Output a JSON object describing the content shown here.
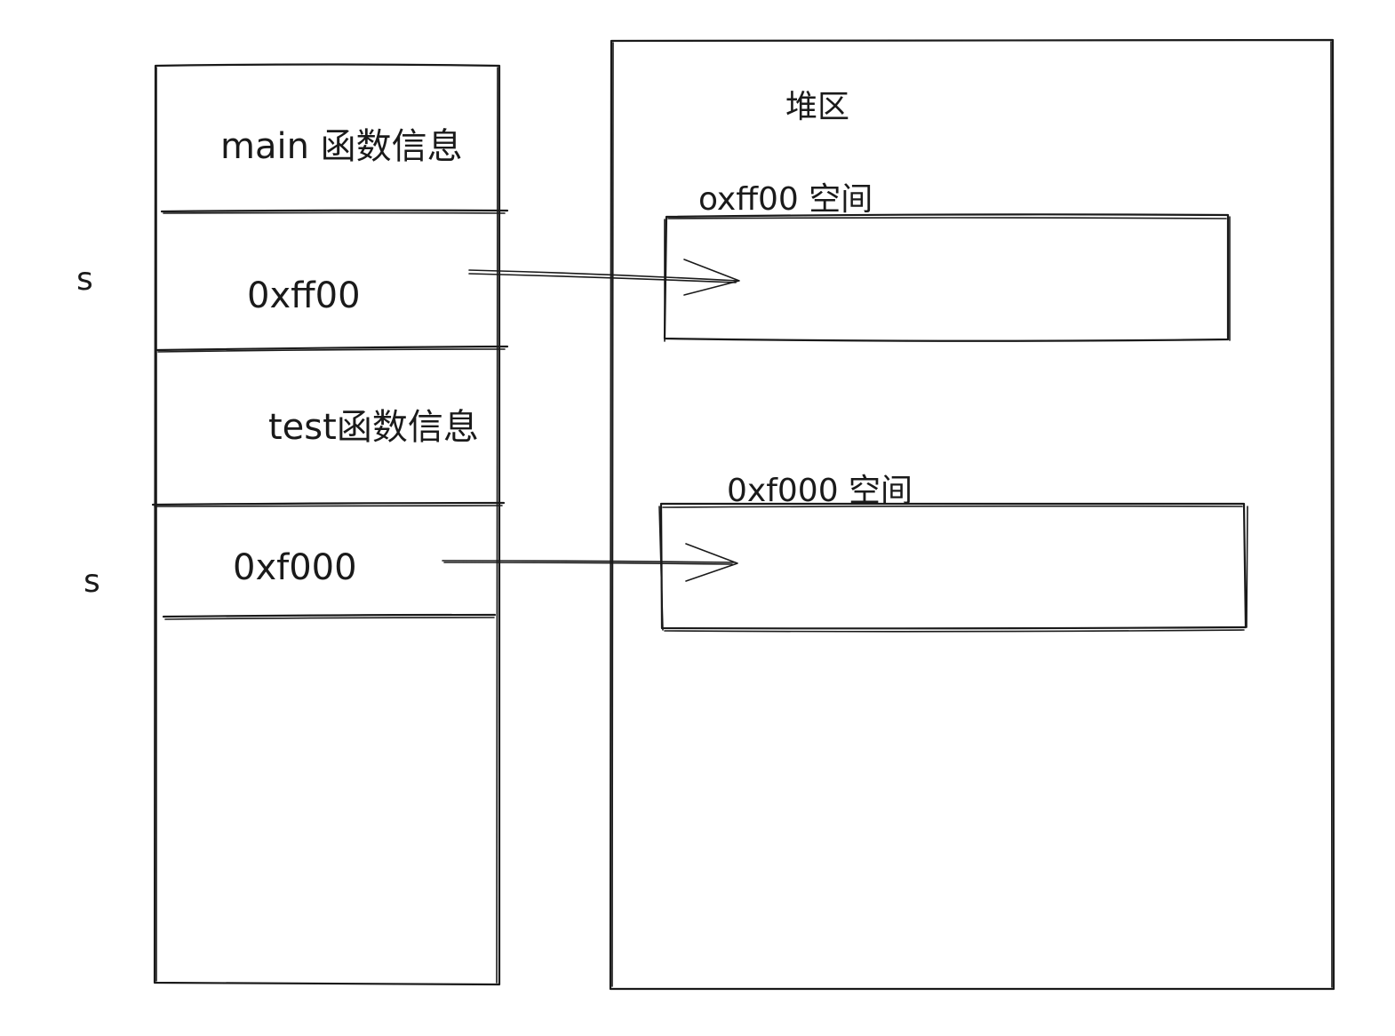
{
  "stack": {
    "cells": [
      {
        "label": "main 函数信息"
      },
      {
        "label": "0xff00"
      },
      {
        "label": "test函数信息"
      },
      {
        "label": "0xf000"
      }
    ],
    "side_labels": [
      "s",
      "s"
    ]
  },
  "heap": {
    "title": "堆区",
    "blocks": [
      {
        "label": "oxff00 空间"
      },
      {
        "label": "0xf000 空间"
      }
    ]
  }
}
